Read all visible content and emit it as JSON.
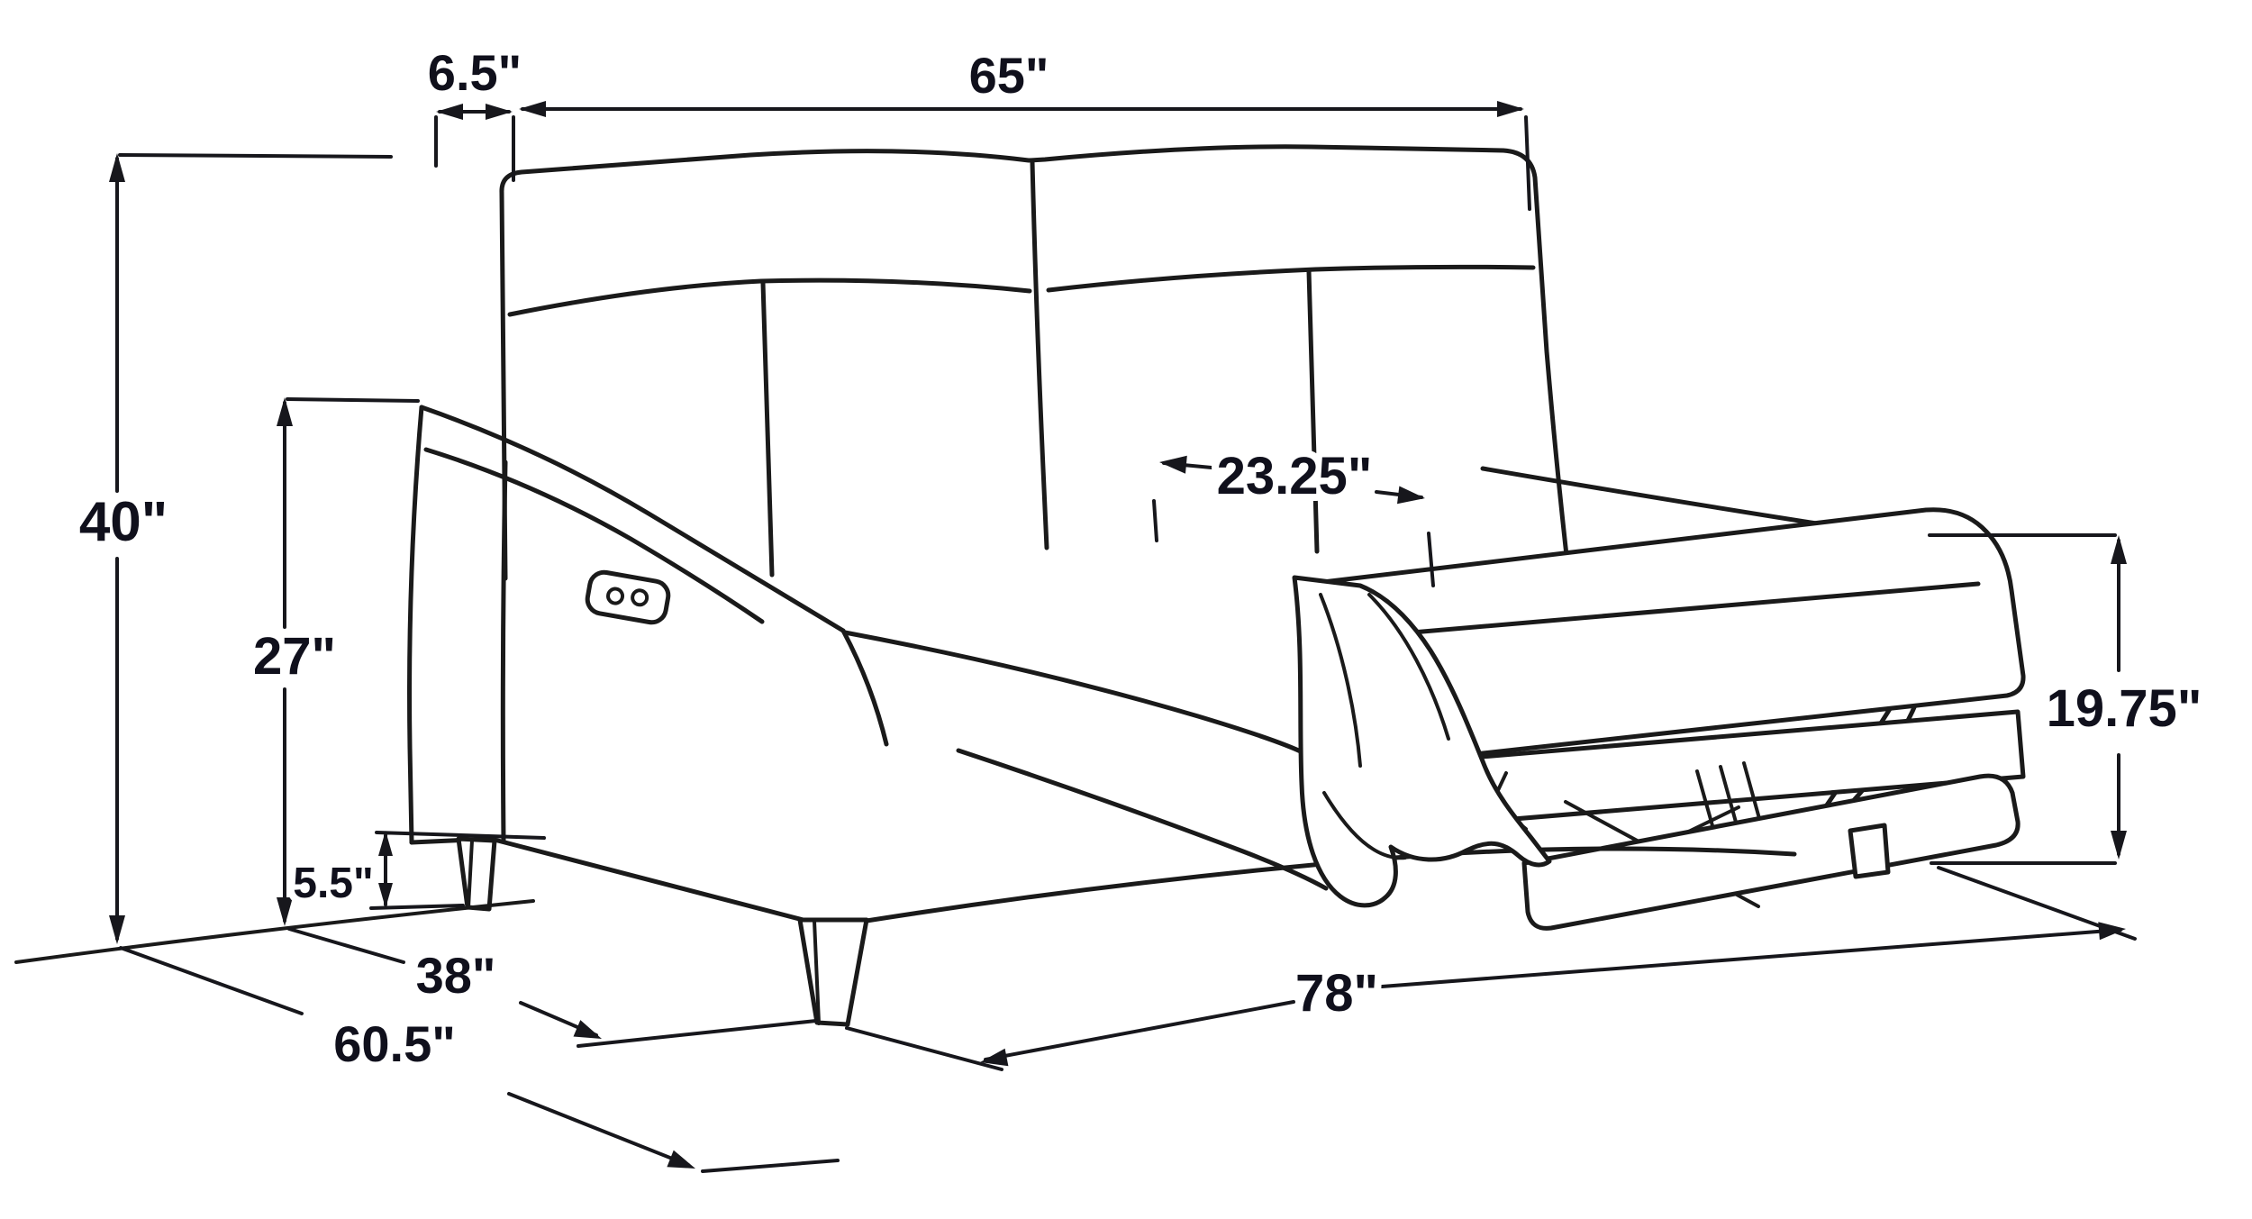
{
  "diagram": {
    "colors": {
      "line": "#1a1a1a",
      "label": "#10101c",
      "background": "#ffffff"
    },
    "labels": {
      "d65": "65\"",
      "d6_5": "6.5\"",
      "d40": "40\"",
      "d27": "27\"",
      "d5_5": "5.5\"",
      "d23_25": "23.25\"",
      "d19_75": "19.75\"",
      "d78": "78\"",
      "d38": "38\"",
      "d60_5": "60.5\""
    },
    "measurements_inches": {
      "back_span": 65,
      "arm_top_width": 6.5,
      "overall_height": 40,
      "arm_height": 27,
      "leg_height": 5.5,
      "seat_cushion_width": 23.25,
      "footrest_height": 19.75,
      "overall_width": 78,
      "seat_depth": 38,
      "overall_depth": 60.5
    }
  }
}
